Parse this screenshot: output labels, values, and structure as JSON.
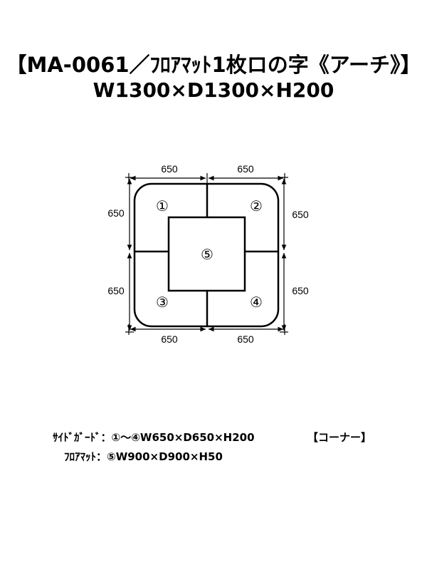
{
  "title": {
    "line1": "【MA-0061／ﾌﾛｱﾏｯﾄ1枚ロの字《アーチ》】",
    "line2": "W1300×D1300×H200"
  },
  "dimensions": {
    "top_left": "650",
    "top_right": "650",
    "bottom_left": "650",
    "bottom_right": "650",
    "left_upper": "650",
    "left_lower": "650",
    "right_upper": "650",
    "right_lower": "650"
  },
  "parts": [
    "①",
    "②",
    "③",
    "④",
    "⑤"
  ],
  "specs": {
    "side_guard": "ｻｲﾄﾞｶﾞｰﾄﾞ：①～④W650×D650×H200",
    "corner_note": "【コーナー】",
    "floor_mat": "ﾌﾛｱﾏｯﾄ：⑤W900×D900×H50"
  }
}
